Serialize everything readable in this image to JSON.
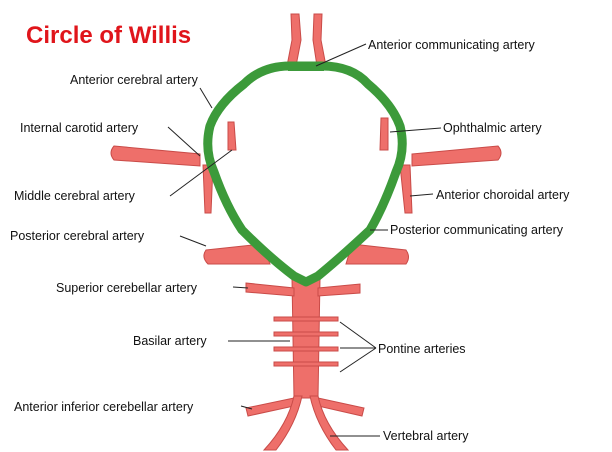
{
  "title": "Circle of Willis",
  "colors": {
    "artery": "#ee6f6a",
    "artery_outline": "#c94b48",
    "circle_highlight": "#3c9a3a",
    "title": "#e0151b",
    "text": "#111111",
    "leader_line": "#222222"
  },
  "labels": {
    "anterior_communicating": "Anterior communicating artery",
    "anterior_cerebral": "Anterior cerebral artery",
    "internal_carotid": "Internal carotid artery",
    "ophthalmic": "Ophthalmic artery",
    "middle_cerebral": "Middle cerebral artery",
    "anterior_choroidal": "Anterior choroidal artery",
    "posterior_cerebral": "Posterior cerebral artery",
    "posterior_communicating": "Posterior communicating artery",
    "superior_cerebellar": "Superior cerebellar artery",
    "basilar": "Basilar artery",
    "pontine": "Pontine arteries",
    "anterior_inferior_cerebellar": "Anterior inferior cerebellar artery",
    "vertebral": "Vertebral artery"
  }
}
